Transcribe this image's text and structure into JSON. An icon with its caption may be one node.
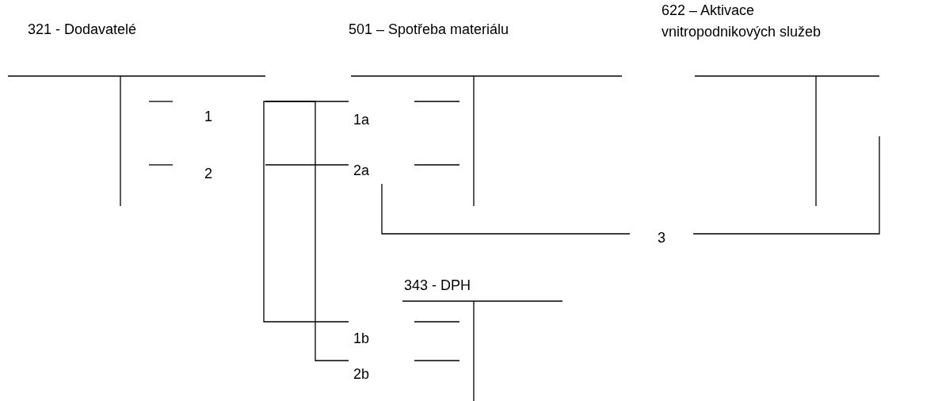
{
  "diagram": {
    "nodes": [
      {
        "text": [
          "321 - Dodavatelé"
        ]
      },
      {
        "text": [
          "501 – Spotřeba materiálu"
        ]
      },
      {
        "text": [
          "622 – Aktivace vnitropodnikových služeb"
        ]
      },
      {
        "text": [
          "1"
        ],
        "in": 0
      },
      {
        "text": [
          "1a"
        ],
        "in": 1
      },
      {
        "text": [
          "2"
        ],
        "in": 0
      },
      {
        "text": [
          "2a"
        ],
        "in": 1
      },
      {
        "text": [
          "3"
        ]
      },
      {
        "text": [
          "343 - DPH"
        ]
      },
      {
        "text": [
          "1b"
        ]
      },
      {
        "text": [
          "2b"
        ]
      }
    ],
    "edges": [
      {
        "from": 3,
        "to": 4,
        "arrow": "none"
      },
      {
        "from": 3,
        "to": 9,
        "arrow": "none"
      },
      {
        "from": 3,
        "to": 10,
        "arrow": "none"
      },
      {
        "from": 5,
        "to": 6,
        "arrow": "none"
      },
      {
        "from": 6,
        "to": 7,
        "arrow": "none"
      },
      {
        "from": 7,
        "to": 2,
        "arrow": "none"
      }
    ]
  }
}
